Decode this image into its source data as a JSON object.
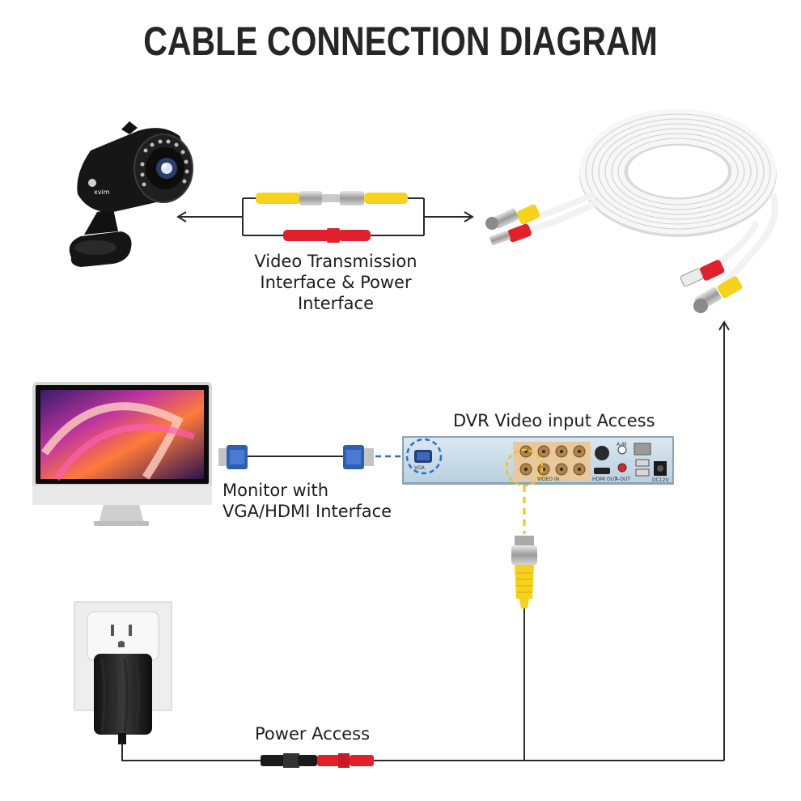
{
  "title": "CABLE CONNECTION DIAGRAM",
  "labels": {
    "video_power": [
      "Video Transmission",
      "Interface & Power",
      "Interface"
    ],
    "dvr_input": "DVR Video input Access",
    "monitor": [
      "Monitor with",
      "VGA/HDMI Interface"
    ],
    "power": "Power Access"
  },
  "camera": {
    "logo": "xvim"
  },
  "dvr_panel": {
    "ports": [
      "VGA",
      "VIDEO IN",
      "HDMI OUT",
      "A-IN",
      "A-OUT",
      "DC12V"
    ]
  },
  "colors": {
    "video_connector": "#f6d21b",
    "power_connector": "#e2202c",
    "vga_connector": "#2d5fb5",
    "cable": "#f2f2f2",
    "dvr_body": "#c8dcea",
    "dashed_yellow": "#f0c419",
    "dashed_blue": "#2f6ec7"
  }
}
